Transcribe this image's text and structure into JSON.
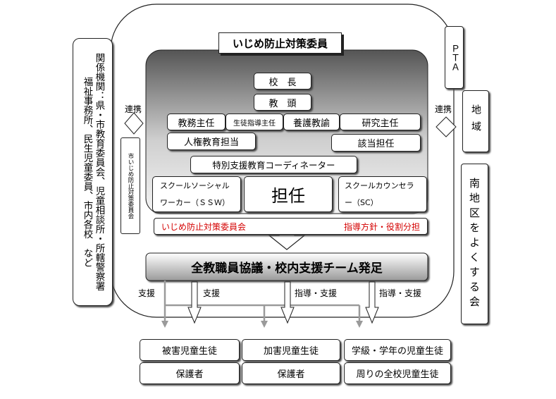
{
  "committee": {
    "title": "いじめ防止対策委員",
    "principal": "校　長",
    "vice_principal": "教　頭",
    "academic_head": "教務主任",
    "guidance_head": "生徒指導主任",
    "nurse_teacher": "養護教諭",
    "research_head": "研究主任",
    "human_rights": "人権教育担当",
    "relevant_homeroom": "該当担任",
    "special_support": "特別支援教育コーディネーター",
    "ssw": "スクールソーシャルワーカー（ＳＳＷ）",
    "homeroom": "担任",
    "sc": "スクールカウンセラー（SC）"
  },
  "meeting_bar": {
    "left": "いじめ防止対策委員会",
    "right": "指導方針・役割分担"
  },
  "team_banner": "全教職員協議・校内支援チーム発足",
  "left_agencies": "関係機関：県・市教育委員会、児童相談所・所轄警察署　福祉事務所、民生児童委員、市内各校　など",
  "city_committee": "市いじめ防止対策委員会",
  "cooperation_left": "連携",
  "cooperation_right": "連携",
  "pta": "ＰＴＡ",
  "community": "地域",
  "minami": "南地区をよくする会",
  "arrows": {
    "support_1": "支援",
    "support_2": "支援",
    "guidance_support_1": "指導・支援",
    "guidance_support_2": "指導・支援"
  },
  "targets": {
    "victim": "被害児童生徒",
    "victim_guardian": "保護者",
    "offender": "加害児童生徒",
    "offender_guardian": "保護者",
    "class_students": "学級・学年の児童生徒",
    "all_students": "周りの全校児童生徒"
  },
  "colors": {
    "accent_red": "#d40000",
    "panel_dark": "#555555",
    "panel_light": "#f2f2f2"
  }
}
